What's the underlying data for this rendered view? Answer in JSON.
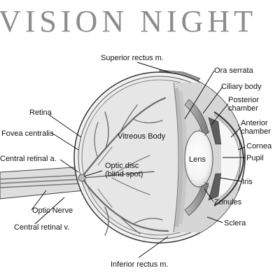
{
  "title": "VISION NIGHT",
  "labels": {
    "superior_rectus": "Superior rectus m.",
    "ora_serrata": "Ora serrata",
    "ciliary_body": "Ciliary body",
    "posterior_chamber_1": "Posterior",
    "posterior_chamber_2": "chamber",
    "anterior_chamber_1": "Anterior",
    "anterior_chamber_2": "chamber",
    "cornea": "Cornea",
    "pupil": "Pupil",
    "iris": "Iris",
    "zonules": "Zonules",
    "sclera": "Sclera",
    "inferior_rectus": "Inferior rectus m.",
    "retina": "Retina",
    "fovea_centralis": "Fovea centralis",
    "central_retinal_a": "Central retinal a.",
    "optic_disc_1": "Optic disc",
    "optic_disc_2": "(blind spot)",
    "optic_nerve": "Optic Nerve",
    "central_retinal_v": "Central retinal v.",
    "vitreous_body": "Vitreous Body",
    "lens": "Lens"
  },
  "colors": {
    "title": "#8c8c8c",
    "sclera_fill": "#f2f2f2",
    "vitreous_fill": "#e2e2e2",
    "vessel": "#6a6a6a",
    "muscle": "#9a9a9a"
  }
}
